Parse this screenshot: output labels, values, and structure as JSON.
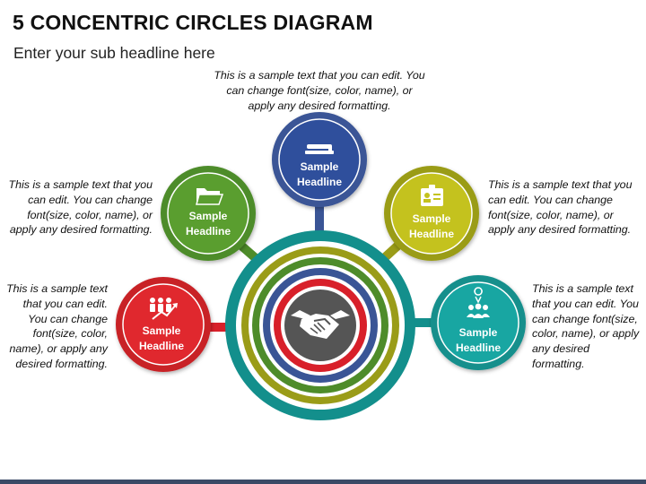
{
  "title": "5 CONCENTRIC CIRCLES DIAGRAM",
  "subtitle": "Enter your sub headline here",
  "nodes": {
    "top": {
      "line1": "Sample",
      "line2": "Headline",
      "color": "#2f4f9c",
      "text": "This is a sample text that you can edit. You can change font(size, color, name), or apply any desired formatting.",
      "icon": "stapler-icon"
    },
    "upper_left": {
      "line1": "Sample",
      "line2": "Headline",
      "color": "#5a9e2f",
      "text": "This is a sample text that you can edit. You can change font(size, color, name), or apply any desired formatting.",
      "icon": "folder-icon"
    },
    "upper_right": {
      "line1": "Sample",
      "line2": "Headline",
      "color": "#b5b316",
      "text": "This is a sample text that you can edit. You can change font(size, color, name), or apply any desired formatting.",
      "icon": "id-card-icon"
    },
    "lower_left": {
      "line1": "Sample",
      "line2": "Headline",
      "color": "#e0282e",
      "text": "This is a sample text that you can edit. You can change font(size, color, name), or apply any desired formatting.",
      "icon": "team-growth-icon"
    },
    "lower_right": {
      "line1": "Sample",
      "line2": "Headline",
      "color": "#139a96",
      "text": "This is a sample text that you can edit. You can change font(size, color, name), or apply any desired formatting.",
      "icon": "team-location-icon"
    }
  },
  "center_icon": "handshake-icon",
  "colors": {
    "ring_teal": "#138f8c",
    "ring_olive": "#9a9c18",
    "ring_green": "#4e8c2a",
    "ring_blue": "#3a5596",
    "ring_red": "#d8202a",
    "core": "#555555",
    "bar": "#3a4a66"
  }
}
